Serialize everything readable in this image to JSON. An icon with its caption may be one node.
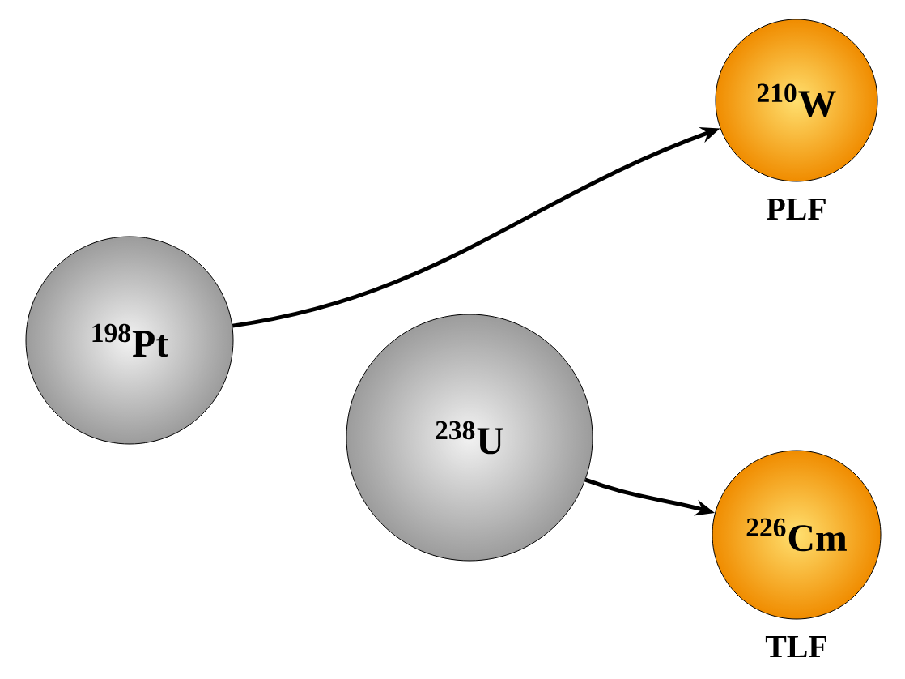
{
  "diagram": {
    "nodes": [
      {
        "text": [
          "$^{198}$Pt"
        ]
      },
      {
        "text": [
          "$^{238}$U"
        ]
      },
      {
        "text": [
          "$^{210}$W"
        ],
        "beside": [
          "PLF"
        ]
      },
      {
        "text": [
          "$^{226}$Cm"
        ],
        "beside": [
          "TLF"
        ]
      }
    ],
    "edges": [
      {
        "from": 0,
        "to": 2,
        "arrow": "to"
      },
      {
        "from": 1,
        "to": 3,
        "arrow": "to"
      }
    ]
  }
}
